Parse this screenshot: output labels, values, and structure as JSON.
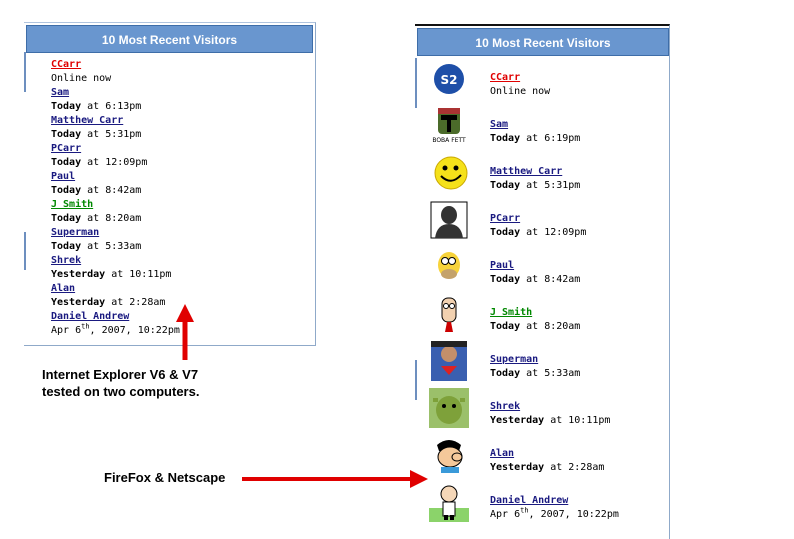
{
  "left_panel": {
    "title": "10 Most Recent Visitors",
    "entries": [
      {
        "name": "CCarr",
        "color": "#e00000",
        "day": "",
        "time": "Online now"
      },
      {
        "name": "Sam",
        "day": "Today",
        "time": " at 6:13pm"
      },
      {
        "name": "Matthew  Carr",
        "day": "Today",
        "time": " at 5:31pm"
      },
      {
        "name": "PCarr",
        "day": "Today",
        "time": " at 12:09pm"
      },
      {
        "name": "Paul",
        "day": "Today",
        "time": " at 8:42am"
      },
      {
        "name": "J Smith",
        "color": "#008800",
        "day": "Today",
        "time": " at 8:20am"
      },
      {
        "name": "Superman",
        "day": "Today",
        "time": " at 5:33am"
      },
      {
        "name": "Shrek",
        "day": "Yesterday",
        "time": " at 10:11pm"
      },
      {
        "name": "Alan",
        "day": "Yesterday",
        "time": " at 2:28am"
      },
      {
        "name": "Daniel Andrew",
        "day": "",
        "time": "Apr 6",
        "sup": "th",
        "time2": ", 2007, 10:22pm"
      }
    ]
  },
  "right_panel": {
    "title": "10 Most Recent Visitors",
    "entries": [
      {
        "name": "CCarr",
        "color": "#e00000",
        "day": "",
        "time": "Online now",
        "avatar": "s2-logo"
      },
      {
        "name": "Sam",
        "day": "Today",
        "time": " at 6:19pm",
        "avatar": "boba-fett",
        "avatar_caption": "BOBA FETT"
      },
      {
        "name": "Matthew  Carr",
        "day": "Today",
        "time": " at 5:31pm",
        "avatar": "smiley"
      },
      {
        "name": "PCarr",
        "day": "Today",
        "time": " at 12:09pm",
        "avatar": "silhouette"
      },
      {
        "name": "Paul",
        "day": "Today",
        "time": " at 8:42am",
        "avatar": "homer"
      },
      {
        "name": "J Smith",
        "color": "#008800",
        "day": "Today",
        "time": " at 8:20am",
        "avatar": "dilbert"
      },
      {
        "name": "Superman",
        "day": "Today",
        "time": " at 5:33am",
        "avatar": "superman"
      },
      {
        "name": "Shrek",
        "day": "Yesterday",
        "time": " at 10:11pm",
        "avatar": "shrek"
      },
      {
        "name": "Alan",
        "day": "Yesterday",
        "time": " at 2:28am",
        "avatar": "fred-flintstone"
      },
      {
        "name": "Daniel Andrew",
        "day": "",
        "time": "Apr 6",
        "sup": "th",
        "time2": ", 2007, 10:22pm",
        "avatar": "cartoon-boy"
      }
    ]
  },
  "annotations": {
    "ie_line1": "Internet Explorer V6 & V7",
    "ie_line2": "tested on two computers.",
    "ff": "FireFox & Netscape"
  },
  "colors": {
    "header_bg": "#6996cf",
    "arrow": "#e00000",
    "link": "#1a1a80"
  }
}
